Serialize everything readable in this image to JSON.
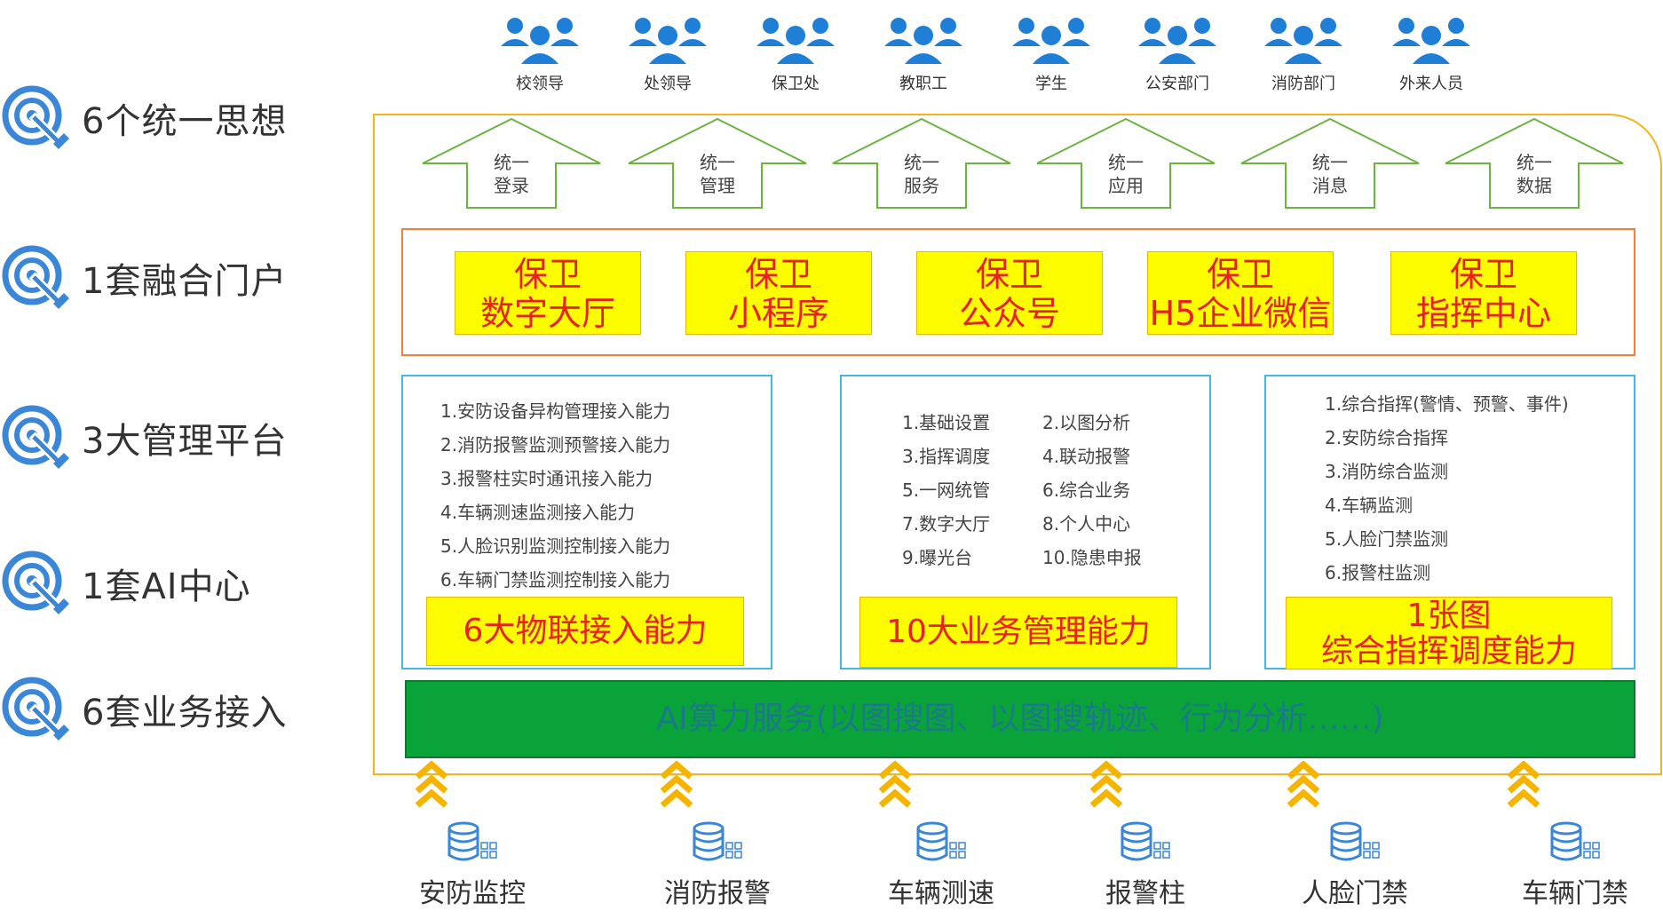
{
  "thoughts": [
    {
      "label": "6个统一思想"
    },
    {
      "label": "1套融合门户"
    },
    {
      "label": "3大管理平台"
    },
    {
      "label": "1套AI中心"
    },
    {
      "label": "6套业务接入"
    }
  ],
  "users": [
    {
      "label": "校领导"
    },
    {
      "label": "处领导"
    },
    {
      "label": "保卫处"
    },
    {
      "label": "教职工"
    },
    {
      "label": "学生"
    },
    {
      "label": "公安部门"
    },
    {
      "label": "消防部门"
    },
    {
      "label": "外来人员"
    }
  ],
  "unified": [
    {
      "line1": "统一",
      "line2": "登录"
    },
    {
      "line1": "统一",
      "line2": "管理"
    },
    {
      "line1": "统一",
      "line2": "服务"
    },
    {
      "line1": "统一",
      "line2": "应用"
    },
    {
      "line1": "统一",
      "line2": "消息"
    },
    {
      "line1": "统一",
      "line2": "数据"
    }
  ],
  "portals": [
    {
      "line1": "保卫",
      "line2": "数字大厅"
    },
    {
      "line1": "保卫",
      "line2": "小程序"
    },
    {
      "line1": "保卫",
      "line2": "公众号"
    },
    {
      "line1": "保卫",
      "line2": "H5企业微信"
    },
    {
      "line1": "保卫",
      "line2": "指挥中心"
    }
  ],
  "iot": {
    "items": [
      "1.安防设备异构管理接入能力",
      "2.消防报警监测预警接入能力",
      "3.报警柱实时通讯接入能力",
      "4.车辆测速监测接入能力",
      "5.人脸识别监测控制接入能力",
      "6.车辆门禁监测控制接入能力"
    ],
    "banner": "6大物联接入能力"
  },
  "business": {
    "items": [
      "1.基础设置",
      "2.以图分析",
      "3.指挥调度",
      "4.联动报警",
      "5.一网统管",
      "6.综合业务",
      "7.数字大厅",
      "8.个人中心",
      "9.曝光台",
      "10.隐患申报"
    ],
    "banner": "10大业务管理能力"
  },
  "command": {
    "items": [
      "1.综合指挥(警情、预警、事件)",
      "2.安防综合指挥",
      "3.消防综合监测",
      "4.车辆监测",
      "5.人脸门禁监测",
      "6.报警柱监测"
    ],
    "banner_line1": "1张图",
    "banner_line2": "综合指挥调度能力"
  },
  "ai_bar": "AI算力服务(以图搜图、以图搜轨迹、行为分析……)",
  "sources": [
    {
      "label": "安防监控"
    },
    {
      "label": "消防报警"
    },
    {
      "label": "车辆测速"
    },
    {
      "label": "报警柱"
    },
    {
      "label": "人脸门禁"
    },
    {
      "label": "车辆门禁"
    }
  ],
  "colors": {
    "frame": "#f3b51b",
    "portal_border": "#ef7f3b",
    "card_fill": "#fdfd00",
    "card_text": "#e8211f",
    "cap_border": "#45b7e6",
    "ai_fill": "#0aa33a",
    "arrow_stroke": "#6db33f",
    "user_icon": "#1f7fd6",
    "chevron": "#f4b400",
    "db_icon": "#3a86d9"
  },
  "icons": {
    "thought": "target-icon",
    "user": "users-group-icon",
    "source": "database-icon",
    "flow": "chevron-up-icon"
  }
}
